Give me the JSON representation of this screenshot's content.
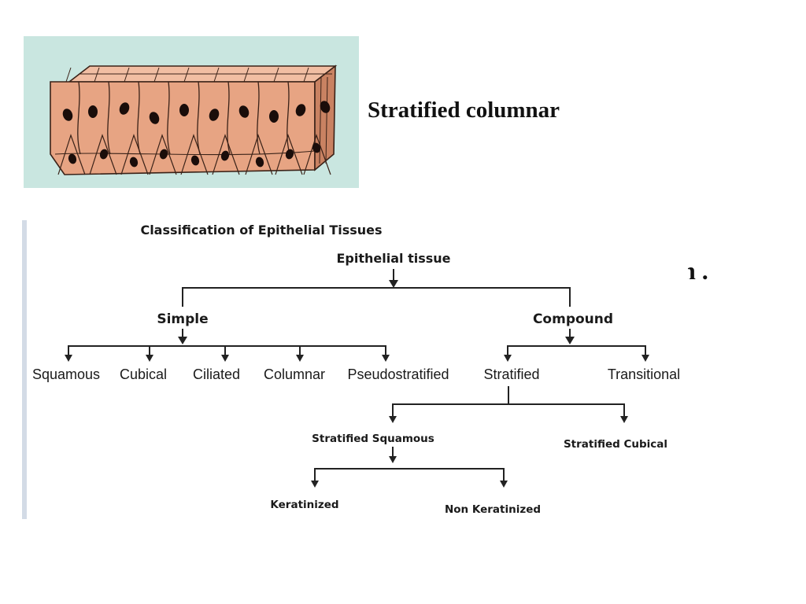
{
  "caption": "Stratified columnar",
  "fragment": "n .",
  "illustration": {
    "subject": "stratified columnar epithelium block",
    "colors": {
      "background": "#c9e6e0",
      "cell": "#e7a483",
      "cell_side": "#c98262",
      "cell_top": "#f1bea3",
      "outline": "#3a2218",
      "nucleus": "#1a0d0a"
    }
  },
  "diagram": {
    "title": "Classification of Epithelial Tissues",
    "root": "Epithelial tissue",
    "level1": {
      "simple": "Simple",
      "compound": "Compound"
    },
    "simple_children": [
      "Squamous",
      "Cubical",
      "Ciliated",
      "Columnar",
      "Pseudostratified"
    ],
    "compound_children": [
      "Stratified",
      "Transitional"
    ],
    "stratified_children": [
      "Stratified Squamous",
      "Stratified Cubical"
    ],
    "squamous_children": [
      "Keratinized",
      "Non Keratinized"
    ]
  }
}
